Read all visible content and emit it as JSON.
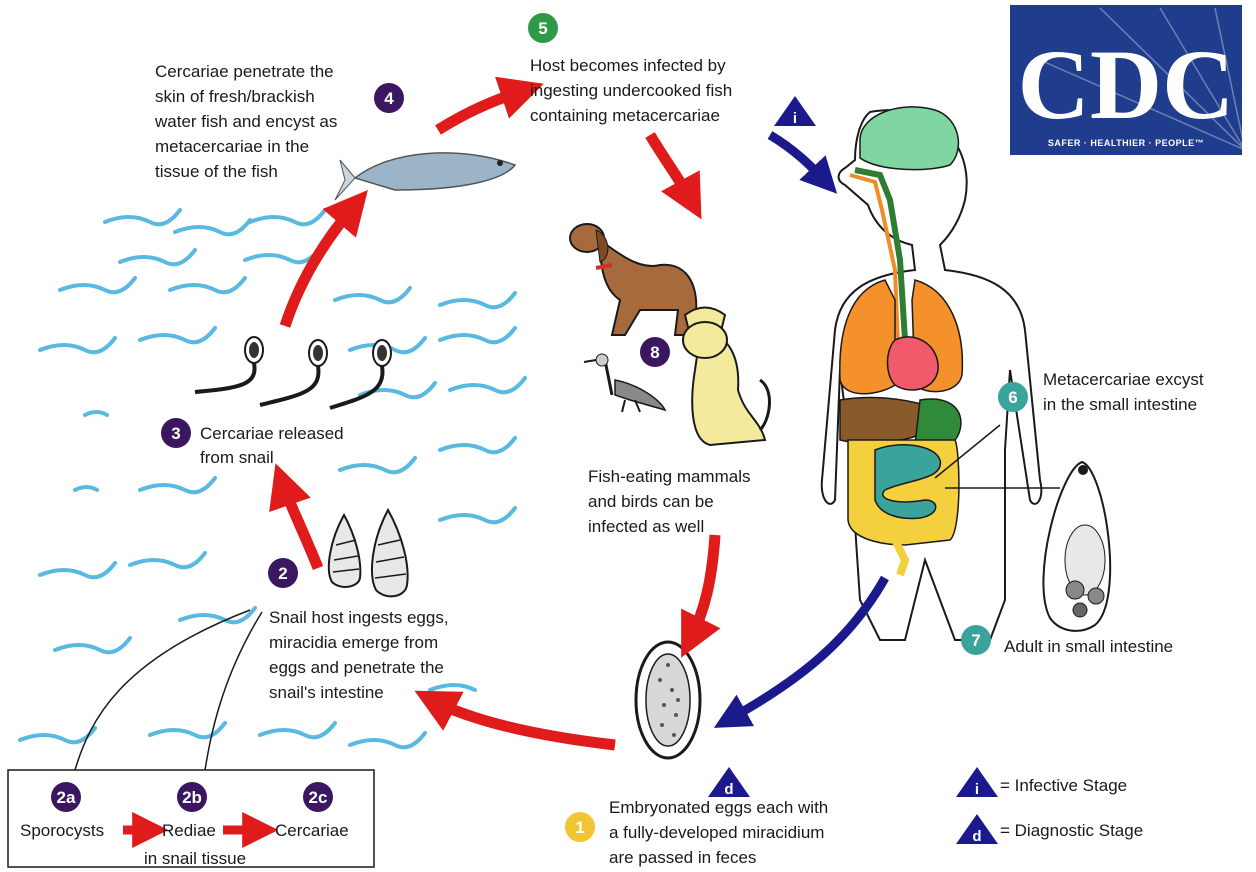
{
  "logo": {
    "text": "CDC",
    "tagline": "SAFER · HEALTHIER · PEOPLE™",
    "color": "#1f3d8c"
  },
  "colors": {
    "stage_purple": "#3a1760",
    "stage_green": "#2e9a48",
    "stage_teal": "#3aa39c",
    "stage_yellow": "#f2c532",
    "arrow_red": "#e01b1b",
    "arrow_blue": "#1a1a8c",
    "water": "#5ab9e0"
  },
  "stages": {
    "s1": {
      "num": "1",
      "lines": [
        "Embryonated eggs each with",
        "a fully-developed miracidium",
        "are passed in feces"
      ]
    },
    "s2": {
      "num": "2",
      "lines": [
        "Snail host ingests eggs,",
        "miracidia emerge from",
        "eggs and penetrate the",
        "snail's intestine"
      ]
    },
    "s3": {
      "num": "3",
      "lines": [
        "Cercariae released",
        "from snail"
      ]
    },
    "s4": {
      "num": "4",
      "lines": [
        "Cercariae penetrate the",
        "skin of fresh/brackish",
        "water fish and encyst as",
        "metacercariae in the",
        "tissue of the fish"
      ]
    },
    "s5": {
      "num": "5",
      "lines": [
        "Host becomes infected by",
        "ingesting undercooked fish",
        "containing metacercariae"
      ]
    },
    "s6": {
      "num": "6",
      "lines": [
        "Metacercariae excyst",
        "in the small intestine"
      ]
    },
    "s7": {
      "num": "7",
      "lines": [
        "Adult in small intestine"
      ]
    },
    "s8": {
      "num": "8",
      "lines": [
        "Fish-eating mammals",
        "and birds can be",
        "infected as well"
      ]
    }
  },
  "snail_tissue": {
    "steps": [
      {
        "num": "2a",
        "label": "Sporocysts"
      },
      {
        "num": "2b",
        "label": "Rediae"
      },
      {
        "num": "2c",
        "label": "Cercariae"
      }
    ],
    "caption": "in snail tissue"
  },
  "markers": {
    "infective": "i",
    "diagnostic": "d"
  },
  "legend": {
    "infective": "= Infective Stage",
    "diagnostic": "= Diagnostic Stage"
  }
}
